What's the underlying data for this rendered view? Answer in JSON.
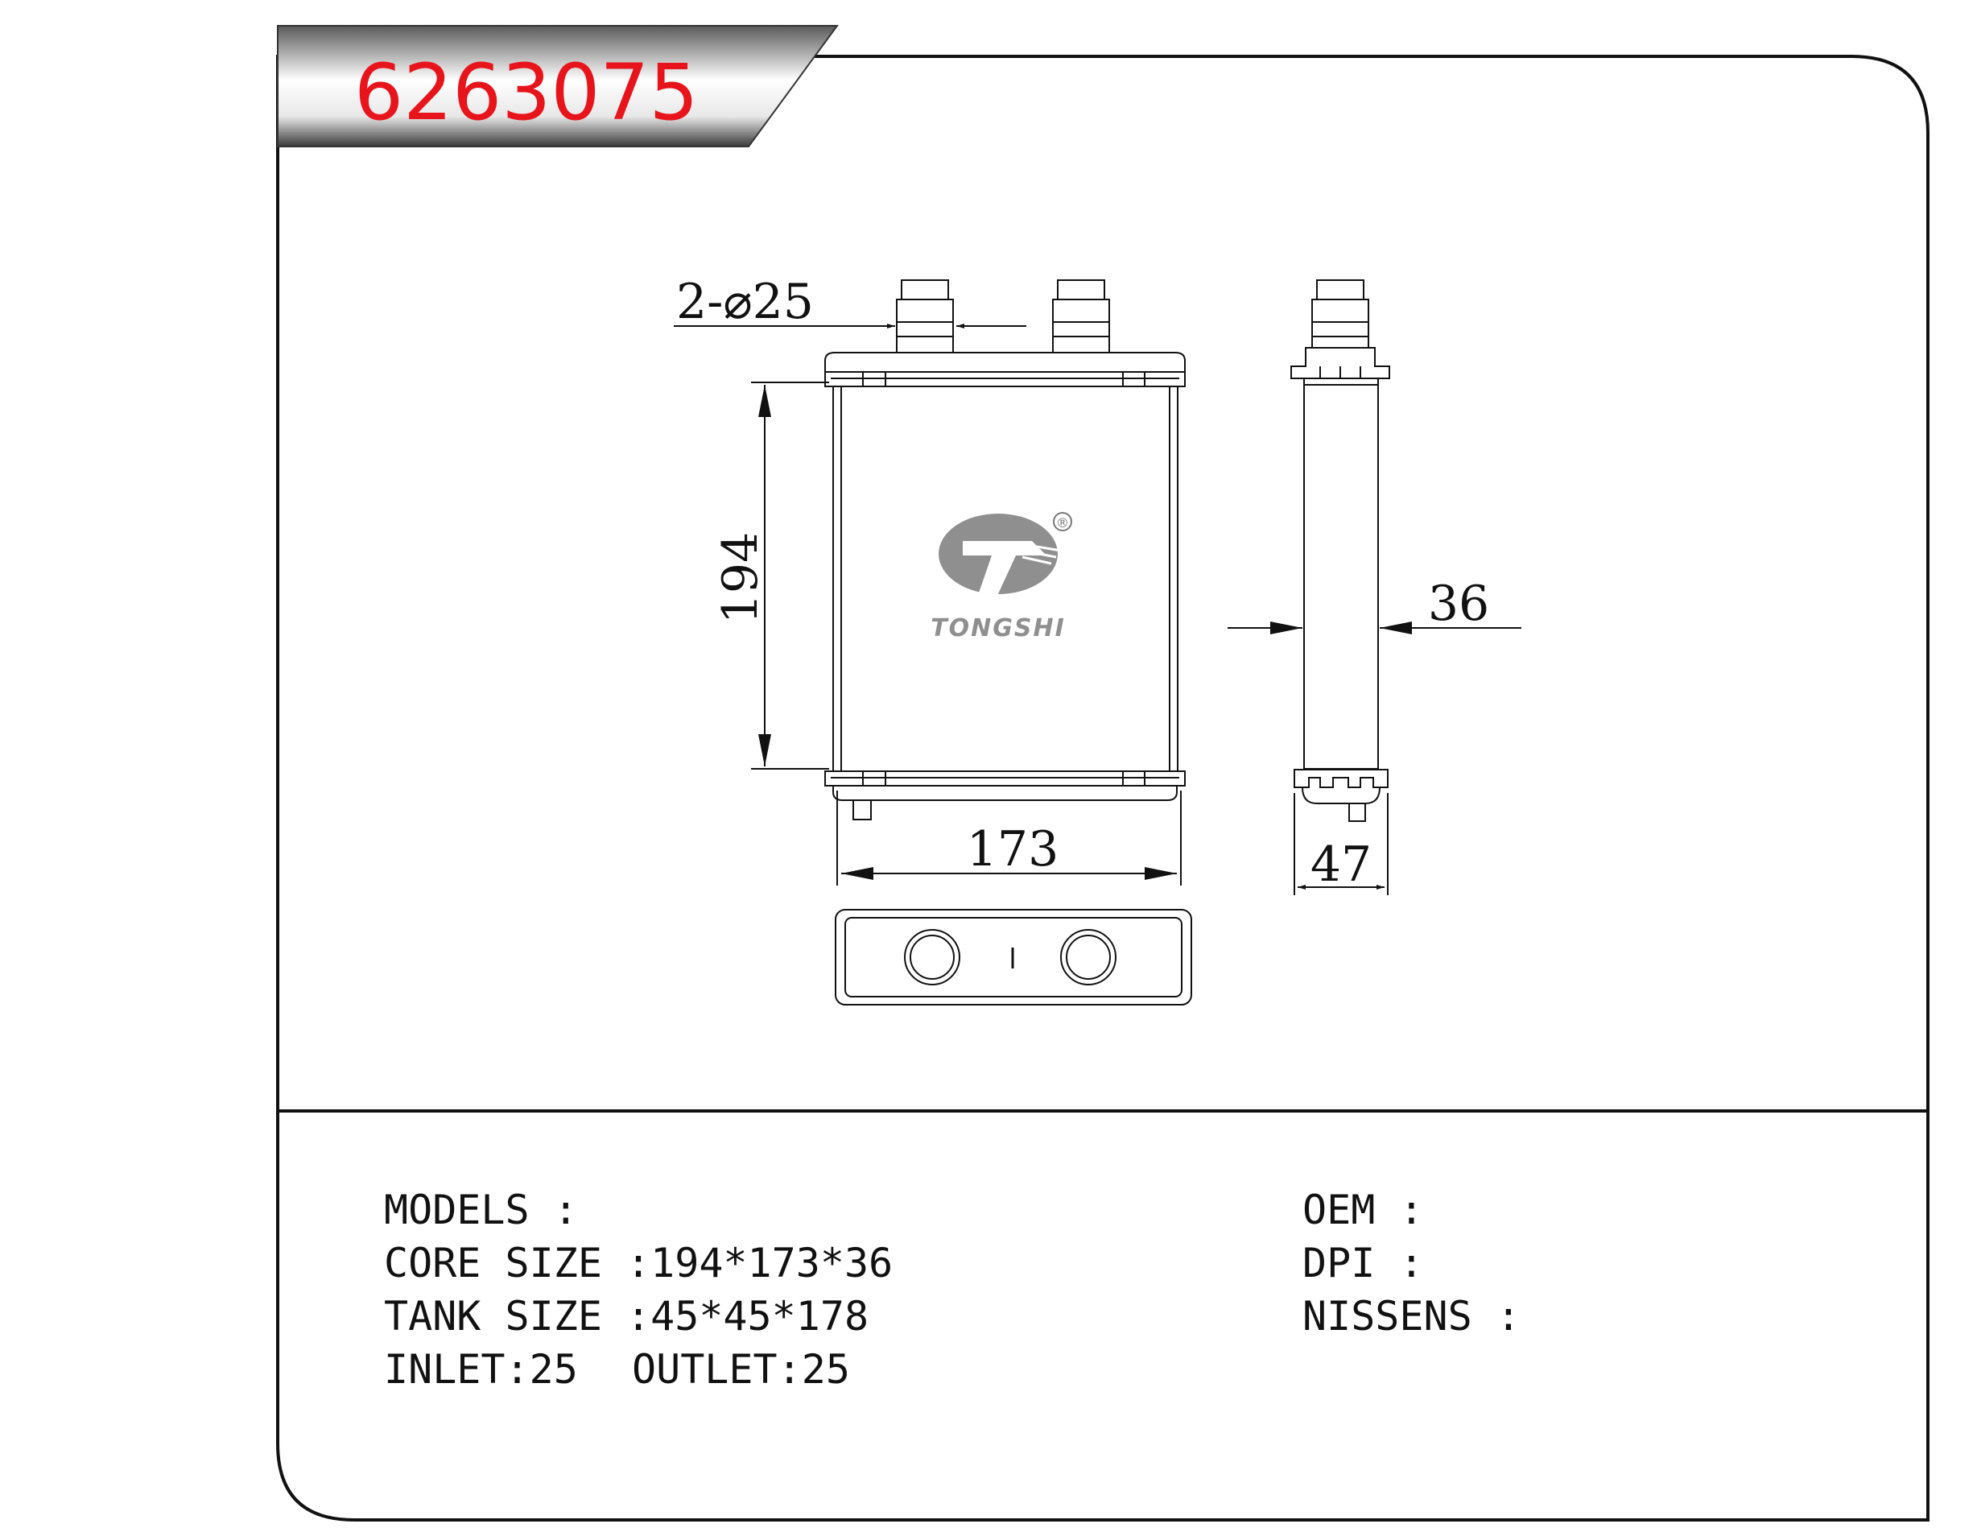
{
  "header": {
    "part_number": "6263075",
    "color": "#e8141b"
  },
  "drawing": {
    "dim_pipe": "2-⌀25",
    "dim_height": "194",
    "dim_width": "173",
    "dim_depth": "36",
    "dim_tank_depth": "47",
    "logo_text": "TONGSHI",
    "logo_mark": "®"
  },
  "specs": {
    "models_label": "MODELS :",
    "core_size": "CORE SIZE :194*173*36",
    "tank_size": "TANK SIZE :45*45*178",
    "inlet": "INLET:25",
    "outlet": "OUTLET:25",
    "oem_label": "OEM :",
    "dpi_label": "DPI :",
    "nissens_label": "NISSENS :"
  }
}
